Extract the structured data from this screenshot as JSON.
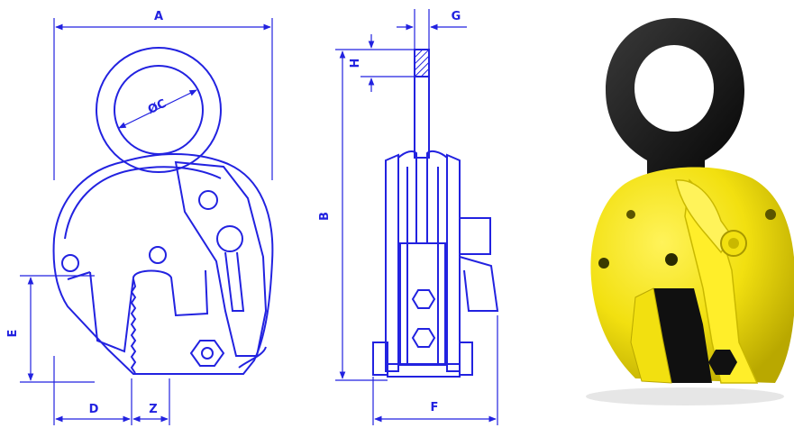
{
  "drawing": {
    "line_color": "#2222e0",
    "dimension_labels": {
      "a": "A",
      "b": "B",
      "c": "ØC",
      "d": "D",
      "e": "E",
      "f": "F",
      "g": "G",
      "h": "H",
      "z": "Z"
    }
  },
  "photo": {
    "eye_color": "#141414",
    "body_color": "#f2e010",
    "body_shadow_color": "#c9b800"
  }
}
